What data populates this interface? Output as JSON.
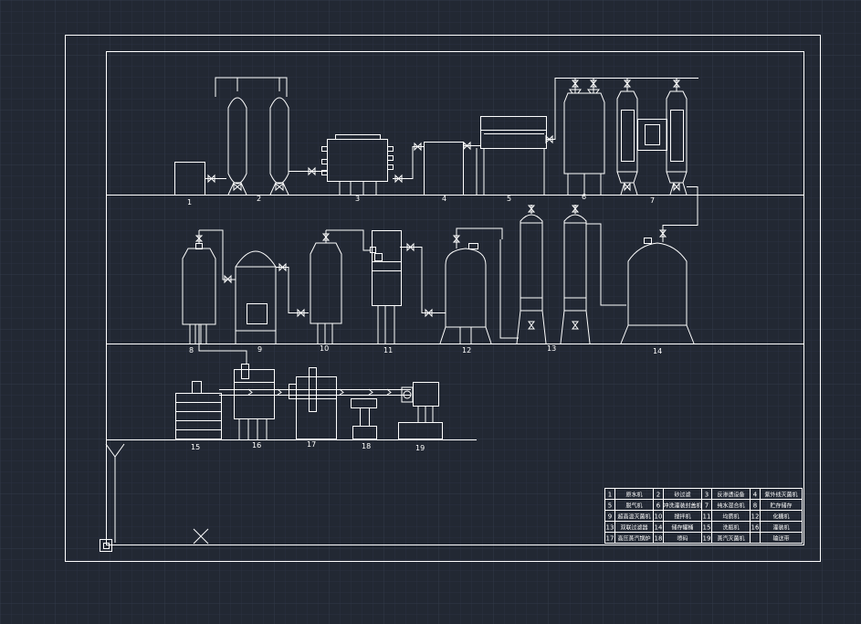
{
  "colors": {
    "background": "#222833",
    "grid_minor": "#2a3140",
    "grid_major": "#323a4a",
    "line": "#ffffff"
  },
  "labels": {
    "u1": "1",
    "u2": "2",
    "u3": "3",
    "u4": "4",
    "u5": "5",
    "u6": "6",
    "u7": "7",
    "u8": "8",
    "u9": "9",
    "u10": "10",
    "u11": "11",
    "u12": "12",
    "u13": "13",
    "u14": "14",
    "u15": "15",
    "u16": "16",
    "u17": "17",
    "u18": "18",
    "u19": "19"
  },
  "legend": [
    [
      "1",
      "原水机",
      "2",
      "砂过滤",
      "3",
      "反渗透设备",
      "4",
      "紫外线灭菌机"
    ],
    [
      "5",
      "脱气机",
      "6",
      "冲洗灌装封盖机",
      "7",
      "纯水混合机",
      "8",
      "贮存储存"
    ],
    [
      "9",
      "超高温灭菌机",
      "10",
      "搅拌机",
      "11",
      "均质机",
      "12",
      "化糖机"
    ],
    [
      "13",
      "双联过滤器",
      "14",
      "储存罐桶",
      "15",
      "洗瓶机",
      "16",
      "灌装机"
    ],
    [
      "17",
      "高压蒸汽锅炉",
      "18",
      "喷码",
      "19",
      "蒸汽灭菌机",
      "",
      "输送带"
    ]
  ],
  "icons": {
    "ucs": "ucs-icon",
    "cursor": "crosshair-icon"
  }
}
